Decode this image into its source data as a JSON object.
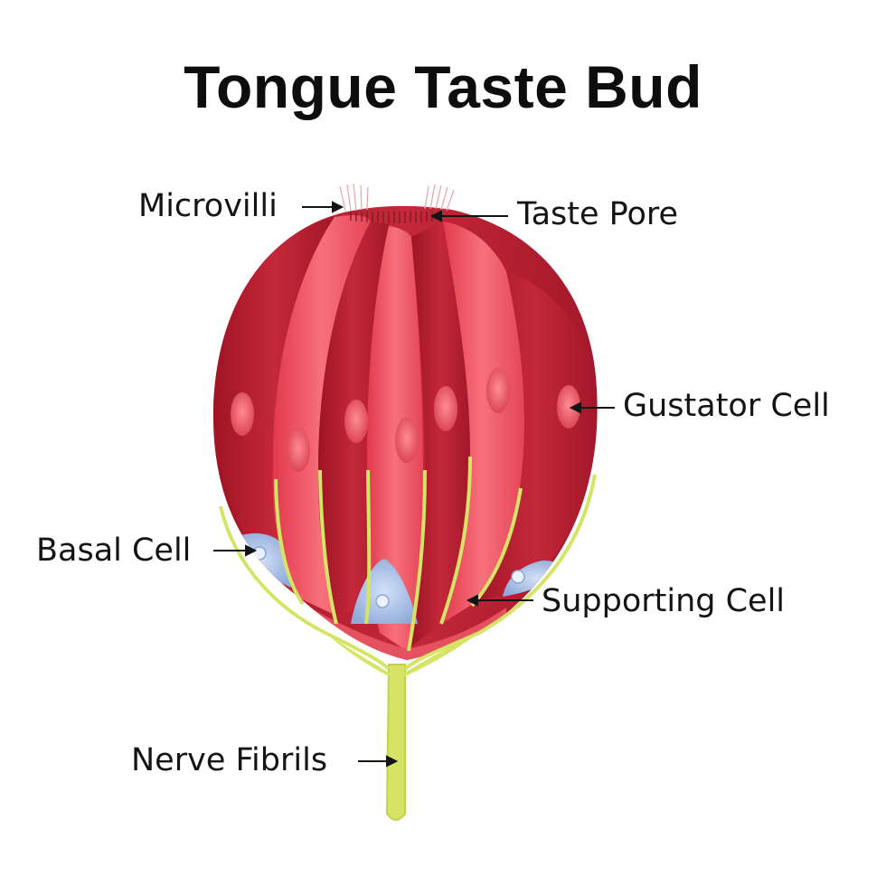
{
  "title": "Tongue Taste Bud",
  "labels": {
    "microvilli": "Microvilli",
    "taste_pore": "Taste Pore",
    "gustator_cell": "Gustator Cell",
    "basal_cell": "Basal Cell",
    "supporting_cell": "Supporting Cell",
    "nerve_fibrils": "Nerve Fibrils"
  },
  "colors": {
    "cell_dark": "#b81e2e",
    "cell_light": "#f0505f",
    "nucleus": "#e8606c",
    "basal": "#a9bfe6",
    "nerve": "#d9e86a",
    "text": "#141414"
  }
}
